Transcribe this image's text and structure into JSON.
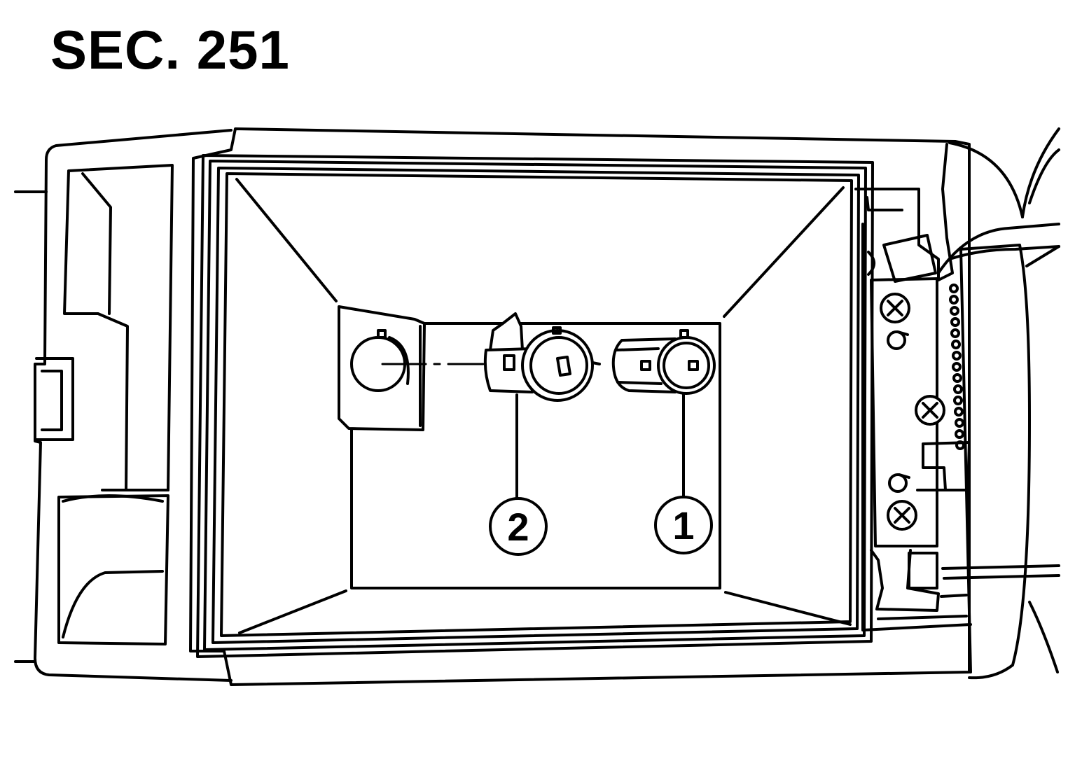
{
  "title": "SEC. 251",
  "callouts": [
    {
      "id": "1",
      "label": "1"
    },
    {
      "id": "2",
      "label": "2"
    }
  ],
  "colors": {
    "line": "#000000",
    "background": "#ffffff"
  }
}
